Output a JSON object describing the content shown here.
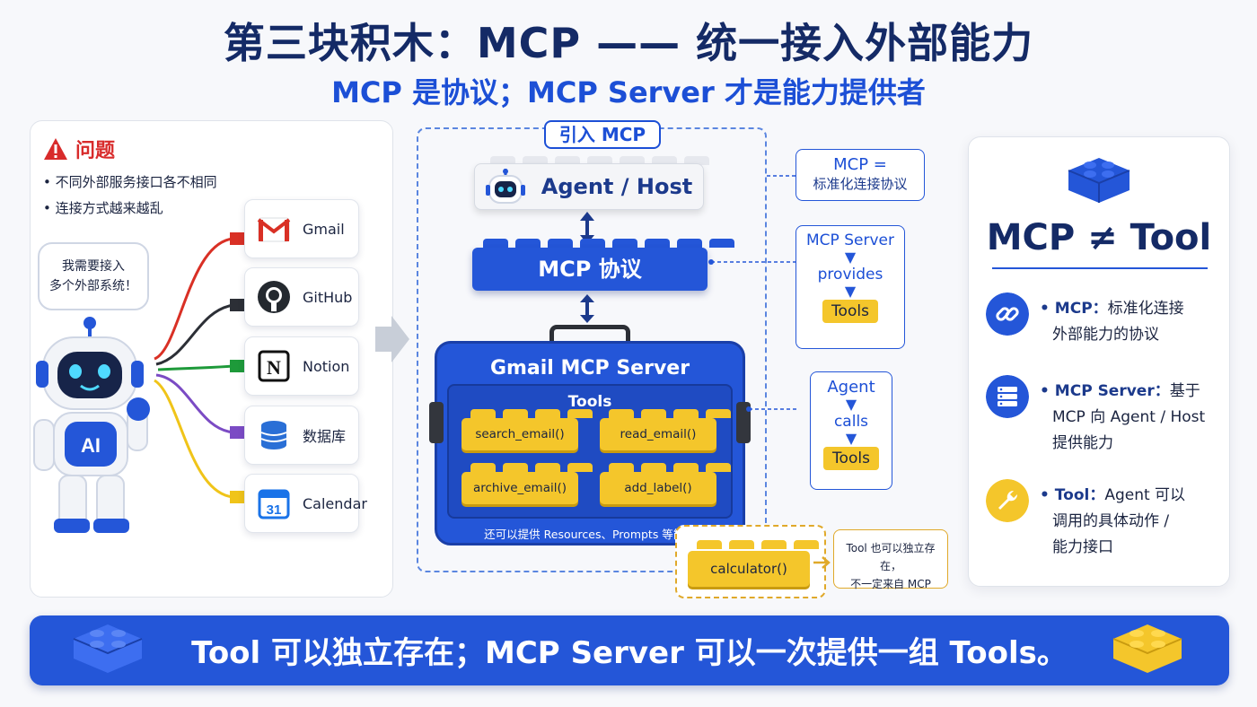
{
  "title": "第三块积木：MCP —— 统一接入外部能力",
  "subtitle": "MCP 是协议；MCP Server 才是能力提供者",
  "problem": {
    "heading": "问题",
    "bullets": [
      "• 不同外部服务接口各不相同",
      "• 连接方式越来越乱"
    ],
    "speech_line1": "我需要接入",
    "speech_line2": "多个外部系统！",
    "robot_label": "AI"
  },
  "services": [
    {
      "label": "Gmail",
      "icon": "gmail-icon",
      "color": "#d93025"
    },
    {
      "label": "GitHub",
      "icon": "github-icon",
      "color": "#24292f"
    },
    {
      "label": "Notion",
      "icon": "notion-icon",
      "color": "#111111"
    },
    {
      "label": "数据库",
      "icon": "database-icon",
      "color": "#2a6fd6"
    },
    {
      "label": "Calendar",
      "icon": "calendar-icon",
      "color": "#1a73e8",
      "calendar_day": "31"
    }
  ],
  "middle": {
    "intro": "引入 MCP",
    "host": "Agent / Host",
    "protocol": "MCP 协议",
    "server_title": "Gmail MCP Server",
    "tools_label": "Tools",
    "tools": [
      "search_email()",
      "read_email()",
      "archive_email()",
      "add_label()"
    ],
    "footnote": "还可以提供 Resources、Prompts 等能力",
    "standalone_tool": "calculator()",
    "standalone_note_line1": "Tool 也可以独立存在，",
    "standalone_note_line2": "不一定来自 MCP"
  },
  "annotations": {
    "mcp_eq_line1": "MCP =",
    "mcp_eq_line2": "标准化连接协议",
    "server_provides": [
      "MCP Server",
      "provides",
      "Tools"
    ],
    "agent_calls": [
      "Agent",
      "calls",
      "Tools"
    ]
  },
  "right": {
    "title": "MCP ≠ Tool",
    "items": [
      {
        "key": "MCP：",
        "line1": "标准化连接",
        "line2": "外部能力的协议",
        "line3": "",
        "icon": "link-icon",
        "color": "#2456d8"
      },
      {
        "key": "MCP Server：",
        "line1": "基于",
        "line2": "MCP 向 Agent / Host",
        "line3": "提供能力",
        "icon": "server-icon",
        "color": "#2456d8"
      },
      {
        "key": "Tool：",
        "line1": "Agent 可以",
        "line2": "调用的具体动作 /",
        "line3": "能力接口",
        "icon": "wrench-icon",
        "color": "#f4c62b"
      }
    ]
  },
  "banner": "Tool 可以独立存在；MCP Server 可以一次提供一组 Tools。",
  "colors": {
    "primary": "#2456d8",
    "yellow": "#f4c62b",
    "navy": "#142a66",
    "red": "#d82b2b"
  }
}
